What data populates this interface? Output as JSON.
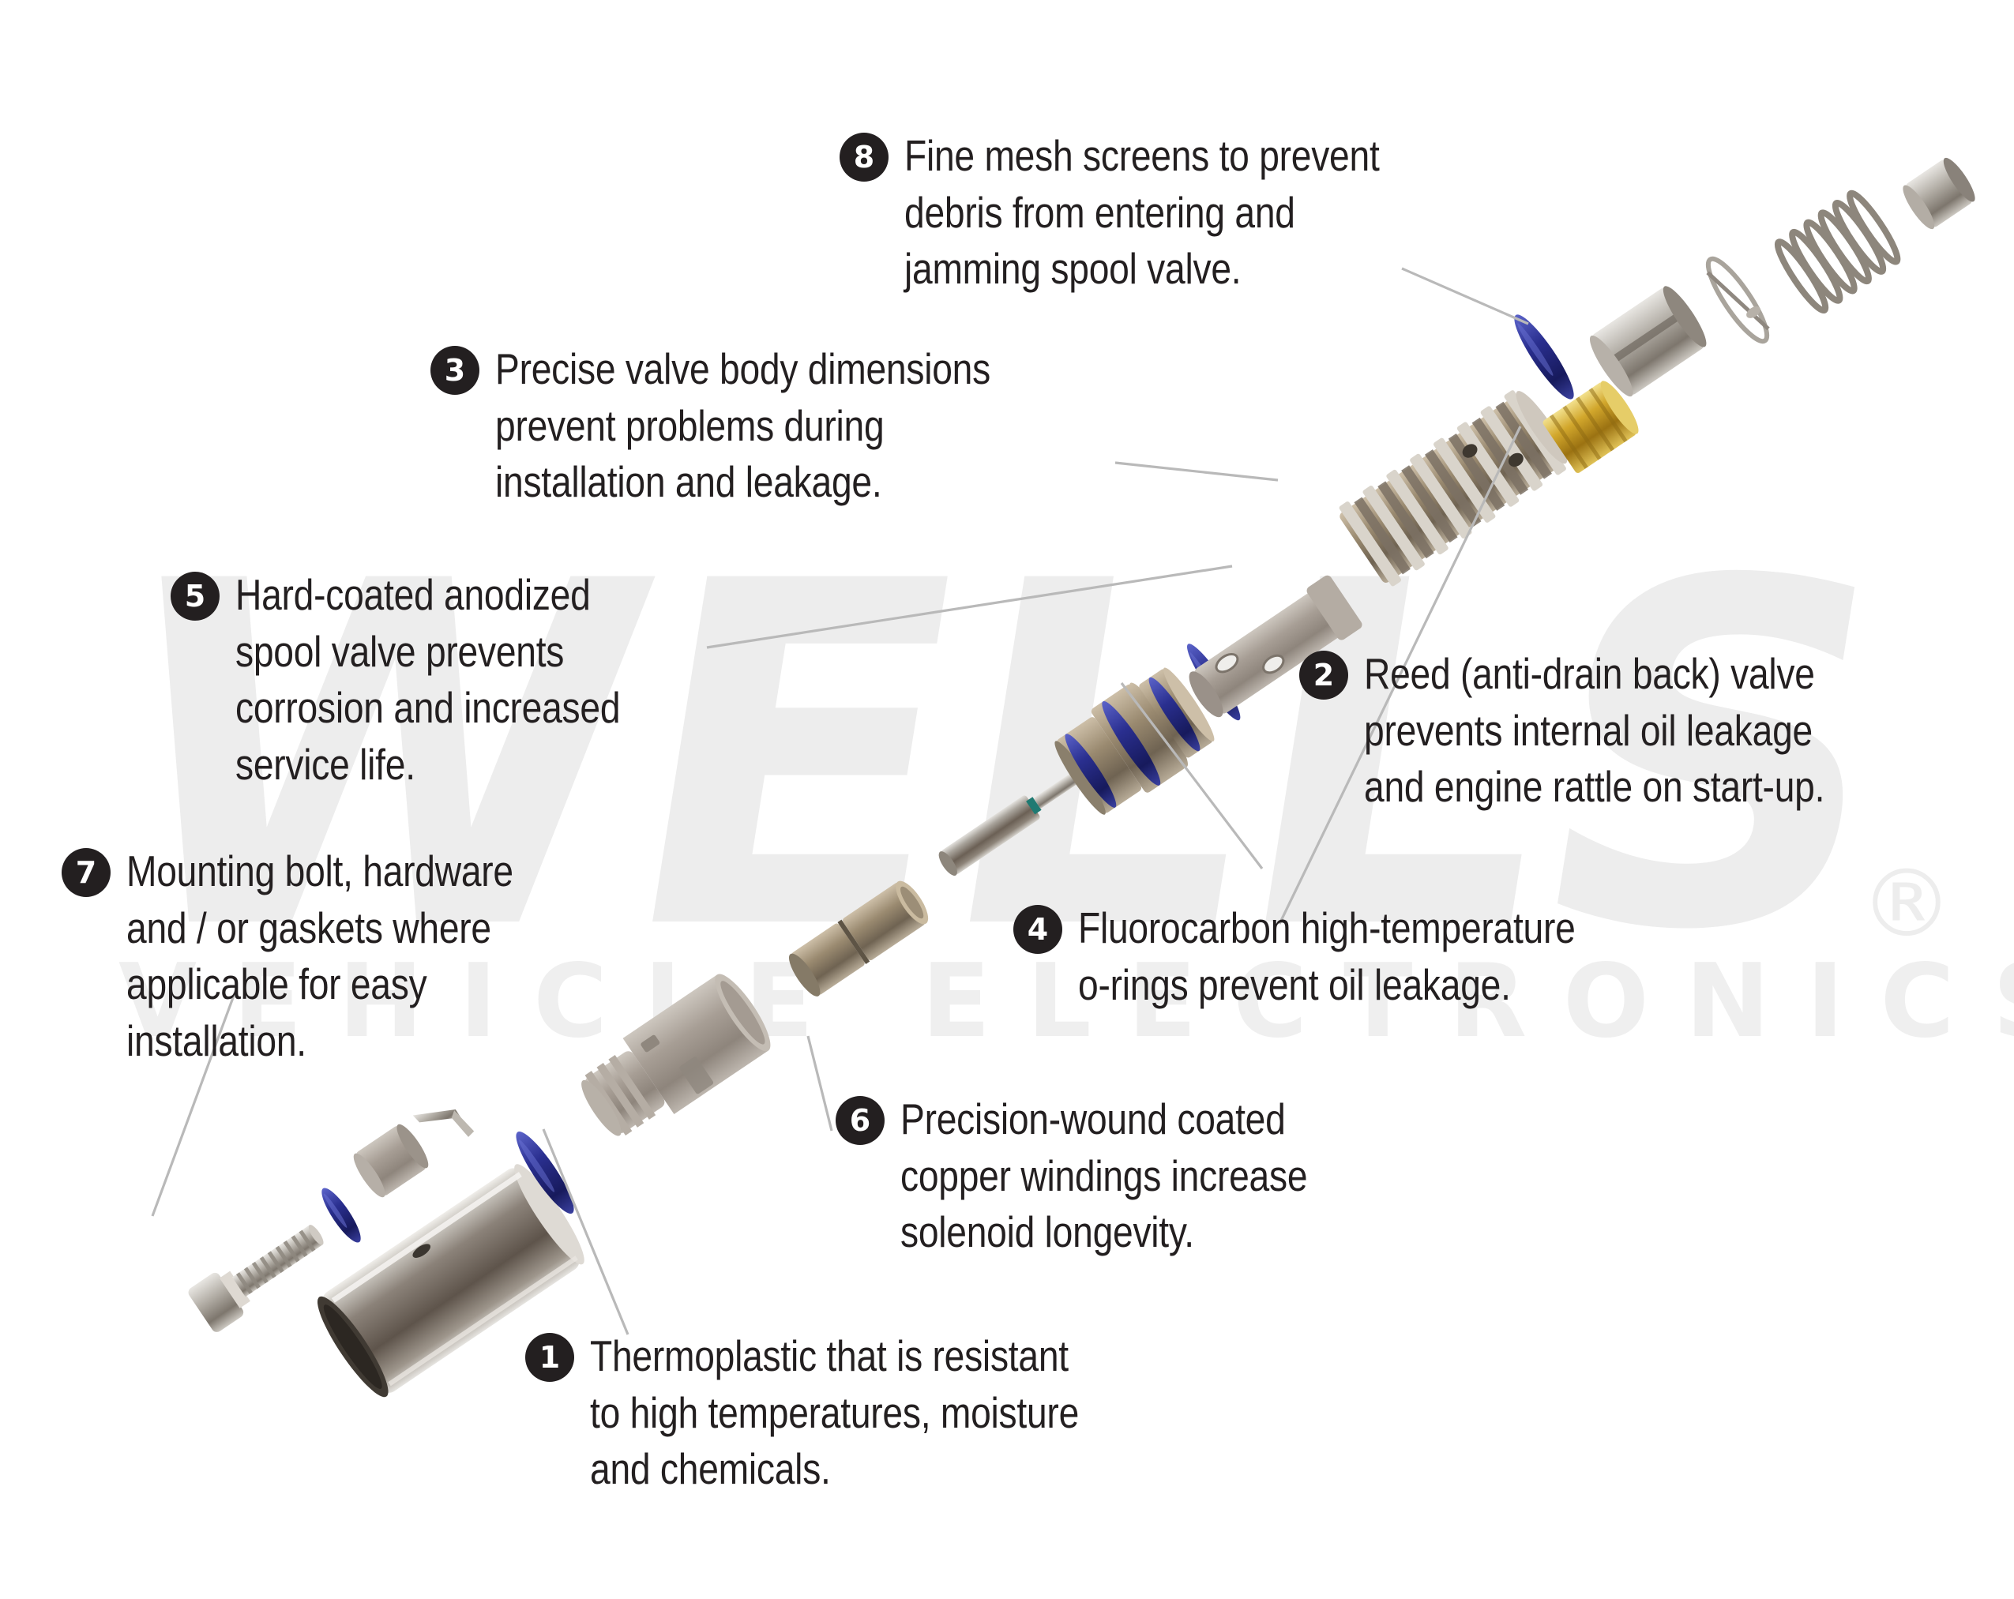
{
  "document": {
    "type": "exploded-view-product-diagram",
    "subject": "Variable valve timing (VVT) solenoid exploded view"
  },
  "watermark": {
    "brand": "WELLS",
    "registered_mark": "®",
    "tagline": "VEHICLE ELECTRONICS",
    "color": "#ededed"
  },
  "colors": {
    "badge_background": "#231f20",
    "badge_text": "#ffffff",
    "body_text": "#231f20",
    "leader_line": "#b9b9b9",
    "o_ring_blue": "#2a2f8f",
    "brass": "#c7982b",
    "metal_light": "#c9c7c2",
    "metal_dark": "#6d6258",
    "plastic_grey": "#a59c94",
    "background": "#ffffff"
  },
  "callouts": [
    {
      "number": "8",
      "lines": [
        "Fine mesh screens to prevent",
        "debris from entering and",
        "jamming spool valve."
      ],
      "text": "Fine mesh screens to prevent debris from entering and jamming spool valve."
    },
    {
      "number": "3",
      "lines": [
        "Precise valve body dimensions",
        "prevent problems during",
        "installation and leakage."
      ],
      "text": "Precise valve body dimensions prevent problems during installation and leakage."
    },
    {
      "number": "5",
      "lines": [
        "Hard-coated anodized",
        "spool valve prevents",
        "corrosion and increased",
        "service life."
      ],
      "text": "Hard-coated anodized spool valve prevents corrosion and increased service life."
    },
    {
      "number": "2",
      "lines": [
        "Reed (anti-drain back) valve",
        "prevents internal oil leakage",
        "and engine rattle on start-up."
      ],
      "text": "Reed (anti-drain back) valve prevents internal oil leakage and engine rattle on start-up."
    },
    {
      "number": "7",
      "lines": [
        "Mounting bolt, hardware",
        "and / or gaskets where",
        "applicable for easy",
        "installation."
      ],
      "text": "Mounting bolt, hardware and / or gaskets where applicable for easy installation."
    },
    {
      "number": "4",
      "lines": [
        "Fluorocarbon high-temperature",
        "o-rings prevent oil leakage."
      ],
      "text": "Fluorocarbon high-temperature o-rings prevent oil leakage."
    },
    {
      "number": "6",
      "lines": [
        "Precision-wound coated",
        "copper windings increase",
        "solenoid longevity."
      ],
      "text": "Precision-wound coated copper windings increase solenoid longevity."
    },
    {
      "number": "1",
      "lines": [
        "Thermoplastic that is resistant",
        "to high temperatures, moisture",
        "and chemicals."
      ],
      "text": "Thermoplastic that is resistant to high temperatures, moisture and chemicals."
    }
  ],
  "parts": [
    {
      "name": "mounting-bolt"
    },
    {
      "name": "small-o-ring"
    },
    {
      "name": "bushing-collar"
    },
    {
      "name": "retaining-clip"
    },
    {
      "name": "solenoid-housing-can"
    },
    {
      "name": "large-o-ring"
    },
    {
      "name": "coil-bobbin-windings"
    },
    {
      "name": "armature-plunger"
    },
    {
      "name": "spool-valve-shaft"
    },
    {
      "name": "spool-valve-body-o-rings"
    },
    {
      "name": "mounting-bracket"
    },
    {
      "name": "valve-body-screens"
    },
    {
      "name": "brass-seat"
    },
    {
      "name": "blue-o-ring-upper"
    },
    {
      "name": "end-cap"
    },
    {
      "name": "reed-valve"
    },
    {
      "name": "return-spring"
    },
    {
      "name": "spring-retainer-plug"
    }
  ]
}
